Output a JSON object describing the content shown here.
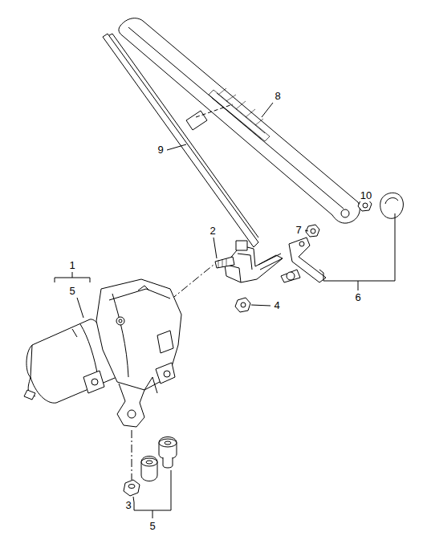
{
  "diagram": {
    "labels": [
      "8",
      "9",
      "10",
      "7",
      "2",
      "1",
      "5",
      "4",
      "6",
      "3",
      "5"
    ]
  }
}
